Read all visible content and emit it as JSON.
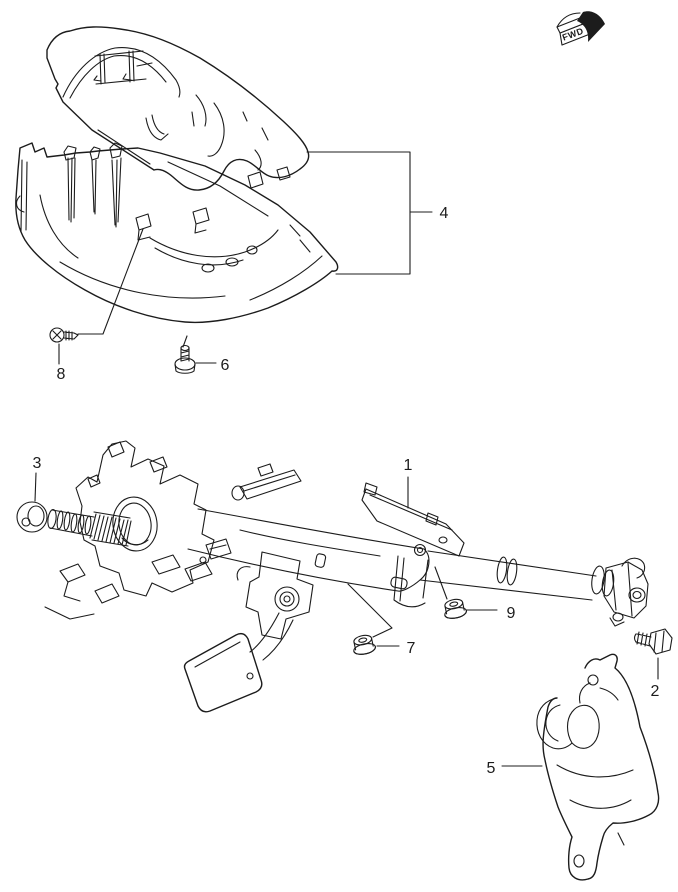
{
  "colors": {
    "background": "#ffffff",
    "ink": "#1c1c1c"
  },
  "fwd_marker": {
    "label": "FWD"
  },
  "callouts": {
    "n1": "1",
    "n2": "2",
    "n3": "3",
    "n4": "4",
    "n5": "5",
    "n6": "6",
    "n7": "7",
    "n8": "8",
    "n9": "9"
  }
}
